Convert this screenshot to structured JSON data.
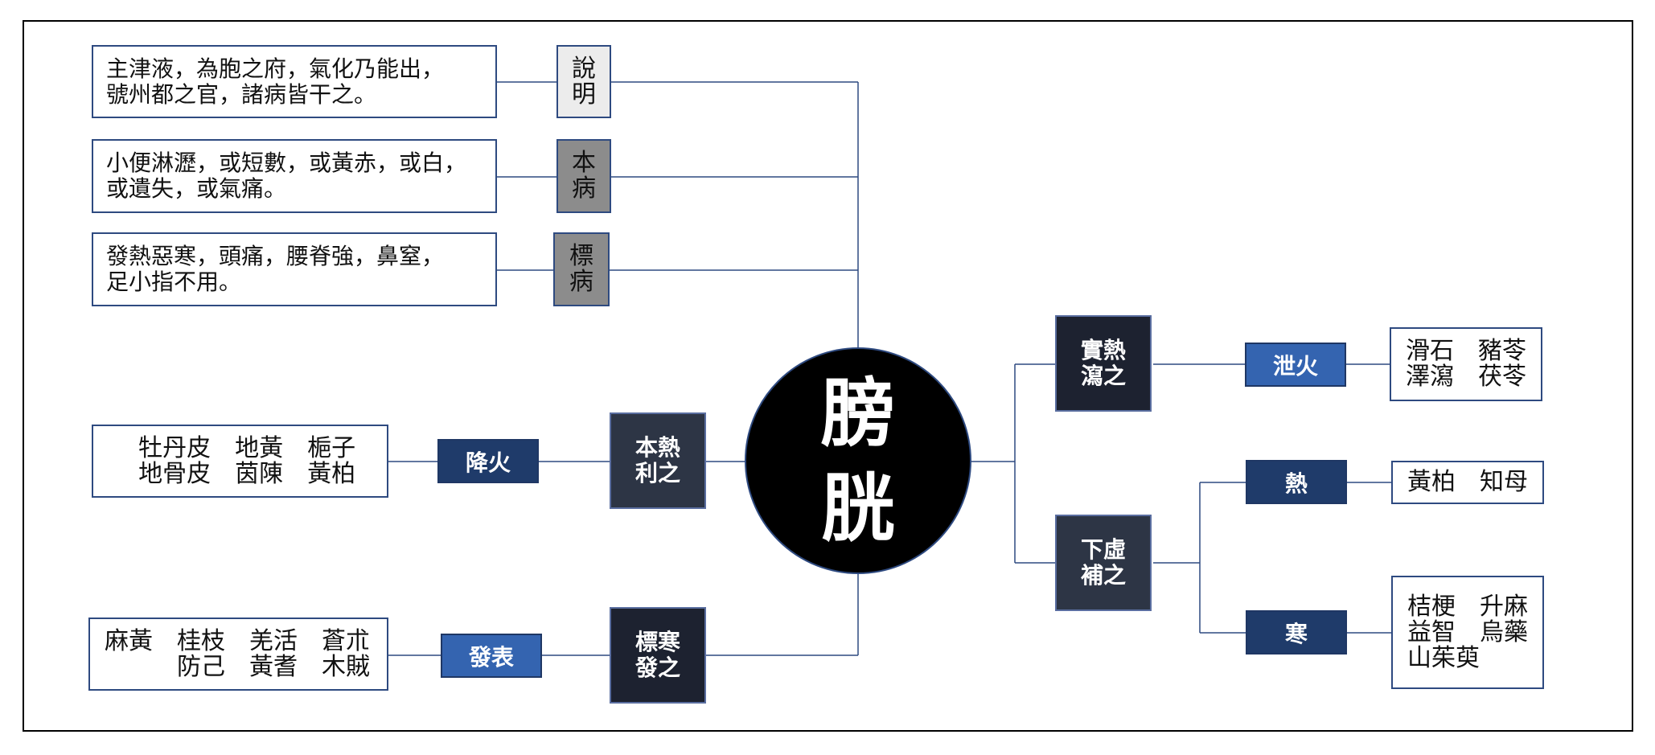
{
  "center": {
    "char1": "膀",
    "char2": "胱"
  },
  "left_top": [
    {
      "label": "說明",
      "lines": [
        "主津液，為胞之府，氣化乃能出，",
        "號州都之官，諸病皆干之。"
      ]
    },
    {
      "label": "本病",
      "lines": [
        "小便淋瀝，或短數，或黃赤，或白，",
        "或遺失，或氣痛。"
      ]
    },
    {
      "label": "標病",
      "lines": [
        "發熱惡寒，頭痛，腰脊強，鼻窒，",
        "足小指不用。"
      ]
    }
  ],
  "left_mid": {
    "method": "本熱利之",
    "action": "降火",
    "herbs": [
      "    牡丹皮　地黃　梔子",
      "    地骨皮　茵陳　黃柏"
    ]
  },
  "left_bottom": {
    "method": "標寒發之",
    "action": "發表",
    "herbs": [
      "麻黃　桂枝　羌活　蒼朮",
      "　　　防己　黃耆　木賊"
    ]
  },
  "right_top": {
    "method": "實熱瀉之",
    "action": "泄火",
    "herbs": [
      "滑石　豬苓",
      "澤瀉　茯苓"
    ]
  },
  "right_bottom": {
    "method": "下虛補之",
    "branches": [
      {
        "action": "熱",
        "herbs": [
          "黃柏　知母"
        ]
      },
      {
        "action": "寒",
        "herbs": [
          "桔梗　升麻",
          "益智　烏藥",
          "山茱萸"
        ]
      }
    ]
  },
  "colors": {
    "connector": "#2e4a80",
    "dark_node": "#2d3545",
    "navy_tag": "#1f3b6a",
    "blue_tag": "#3464b0"
  }
}
